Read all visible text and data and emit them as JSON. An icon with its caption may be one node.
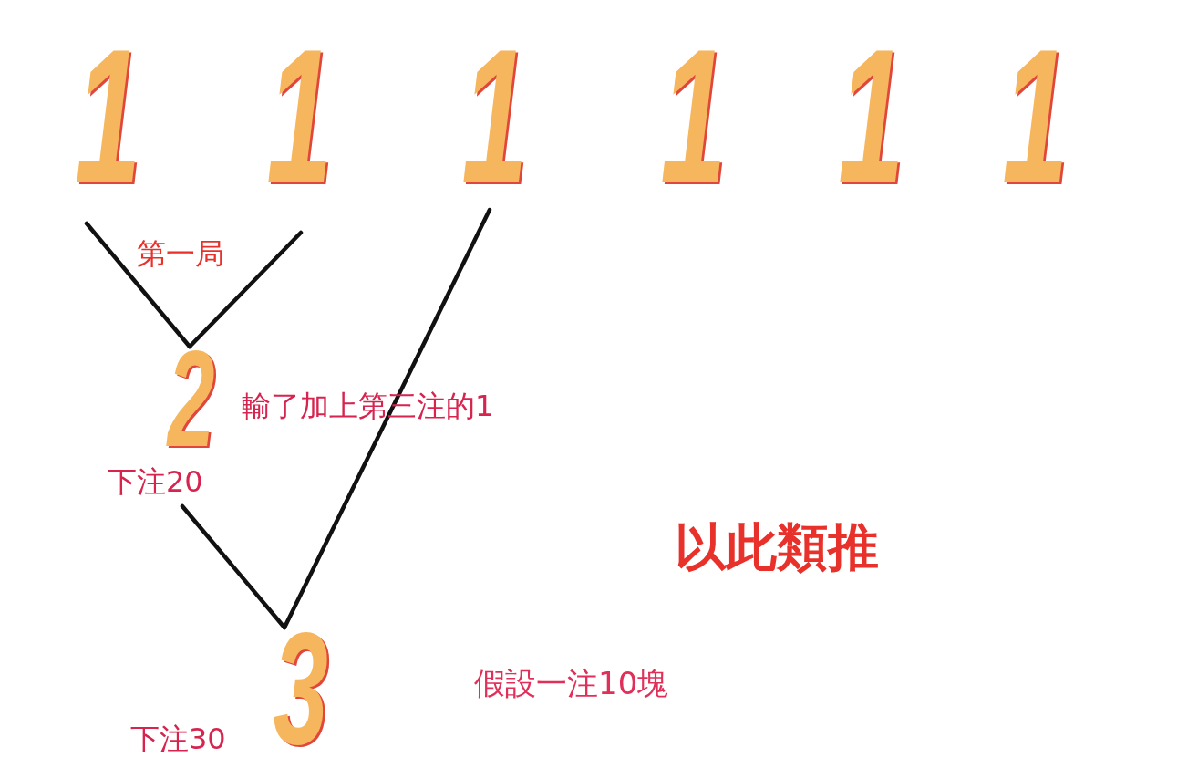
{
  "diagram": {
    "nodes": [
      {
        "text": [
          "1"
        ]
      },
      {
        "text": [
          "1"
        ]
      },
      {
        "text": [
          "1"
        ]
      },
      {
        "text": [
          "1"
        ]
      },
      {
        "text": [
          "1"
        ]
      },
      {
        "text": [
          "1"
        ]
      },
      {
        "text": [
          "2"
        ],
        "beside": [
          "下注20"
        ]
      },
      {
        "text": [
          "3"
        ],
        "beside": [
          "下注30"
        ]
      }
    ],
    "edges": [
      {
        "from": 0,
        "to": 6,
        "arrow": "none"
      },
      {
        "from": 1,
        "to": 6,
        "arrow": "none"
      },
      {
        "from": 6,
        "to": 7,
        "arrow": "none"
      },
      {
        "from": 2,
        "to": 7,
        "arrow": "none"
      }
    ],
    "labels": [
      "第一局",
      "輸了加上第三注的1",
      "以此類推",
      "假設一注10塊"
    ]
  }
}
